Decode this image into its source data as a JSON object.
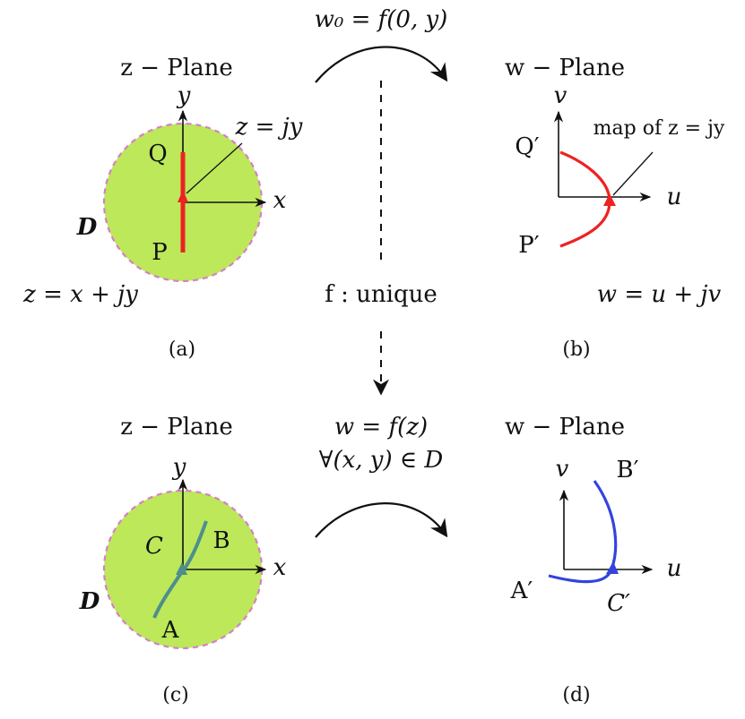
{
  "colors": {
    "disk_fill": "#bce85a",
    "disk_border": "#d67fc8",
    "red_curve": "#ee2222",
    "blue_curve": "#3344dd",
    "teal_curve": "#4e8f8c",
    "ink": "#111111"
  },
  "top_map": {
    "label": "w₀ = f(0, y)"
  },
  "middle": {
    "unique": "f : unique"
  },
  "bottom_map": {
    "line1": "w = f(z)",
    "line2": "∀(x, y) ∈ D"
  },
  "panel_a": {
    "title": "z − Plane",
    "y_axis": "y",
    "x_axis": "x",
    "point_q": "Q",
    "point_p": "P",
    "region": "D",
    "line_label": "z = jy",
    "equation": "z = x + jy",
    "caption": "(a)"
  },
  "panel_b": {
    "title": "w − Plane",
    "v_axis": "v",
    "u_axis": "u",
    "point_q": "Q′",
    "point_p": "P′",
    "map_label": "map of z = jy",
    "equation": "w = u + jv",
    "caption": "(b)"
  },
  "panel_c": {
    "title": "z − Plane",
    "y_axis": "y",
    "x_axis": "x",
    "point_c": "C",
    "point_b": "B",
    "point_a": "A",
    "region": "D",
    "caption": "(c)"
  },
  "panel_d": {
    "title": "w − Plane",
    "v_axis": "v",
    "u_axis": "u",
    "point_b": "B′",
    "point_a": "A′",
    "point_c": "C′",
    "caption": "(d)"
  }
}
